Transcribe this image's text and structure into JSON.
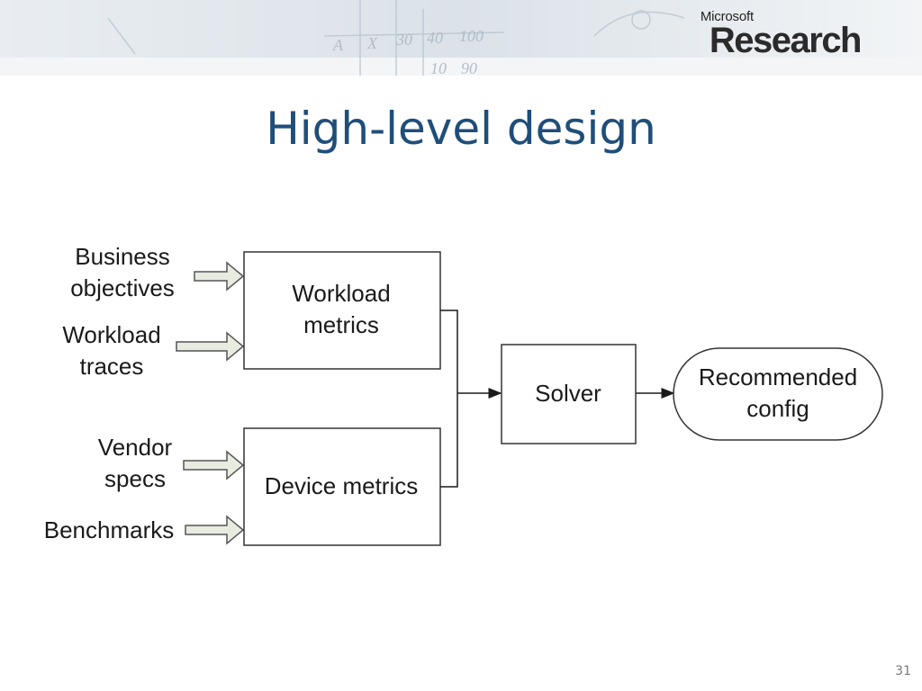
{
  "header": {
    "brand_small": "Microsoft",
    "brand_large": "Research",
    "whiteboard_scribbles": [
      "A",
      "X",
      "30",
      "40",
      "100",
      "10",
      "90"
    ]
  },
  "slide": {
    "title": "High-level design",
    "page_number": "31"
  },
  "diagram": {
    "inputs": [
      {
        "line1": "Business",
        "line2": "objectives"
      },
      {
        "line1": "Workload",
        "line2": "traces"
      },
      {
        "line1": "Vendor",
        "line2": "specs"
      },
      {
        "line1": "Benchmarks",
        "line2": ""
      }
    ],
    "boxes": {
      "workload_line1": "Workload",
      "workload_line2": "metrics",
      "device": "Device metrics",
      "solver": "Solver",
      "output_line1": "Recommended",
      "output_line2": "config"
    },
    "colors": {
      "box_stroke": "#333333",
      "input_arrow_fill": "#e8ebe0",
      "input_arrow_stroke": "#555555",
      "title": "#1f4e79"
    }
  }
}
